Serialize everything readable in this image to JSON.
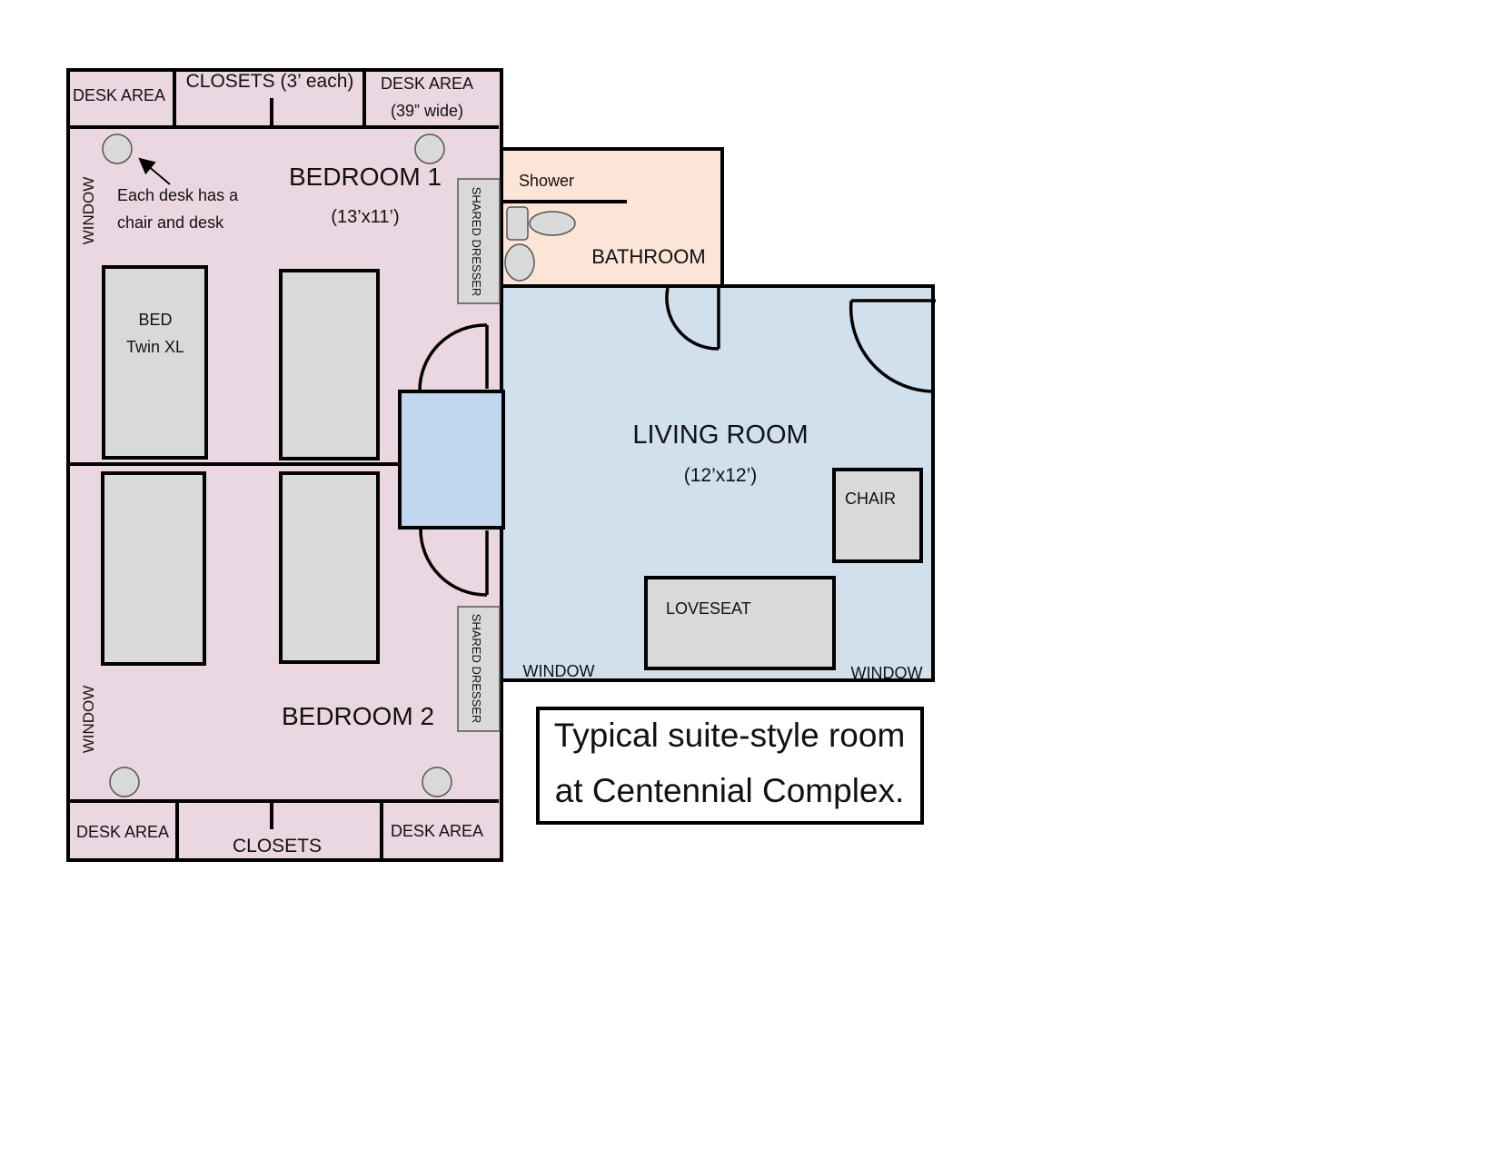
{
  "colors": {
    "bedroom": "#ead7e1",
    "bathroom": "#fce4d6",
    "living": "#d0e0ec",
    "hall": "#c1d7ef",
    "furniture": "#d9d9d9"
  },
  "top_strip": {
    "desk_left": "DESK AREA",
    "closets": "CLOSETS (3’ each)",
    "desk_right_1": "DESK AREA",
    "desk_right_2": "(39” wide)"
  },
  "bottom_strip": {
    "desk_left": "DESK AREA",
    "closets": "CLOSETS",
    "desk_right": "DESK AREA"
  },
  "bedroom1": {
    "title": "BEDROOM 1",
    "size": "(13’x11’)",
    "window": "WINDOW",
    "note_1": "Each desk has a",
    "note_2": "chair and desk",
    "bed_1": "BED",
    "bed_2": "Twin XL",
    "dresser": "SHARED DRESSER"
  },
  "bedroom2": {
    "title": "BEDROOM 2",
    "window": "WINDOW",
    "dresser": "SHARED DRESSER"
  },
  "bathroom": {
    "title": "BATHROOM",
    "shower": "Shower"
  },
  "living_room": {
    "title": "LIVING ROOM",
    "size": "(12’x12’)",
    "chair": "CHAIR",
    "loveseat": "LOVESEAT",
    "window_left": "WINDOW",
    "window_right": "WINDOW"
  },
  "caption": {
    "line_1": "Typical suite-style room",
    "line_2": "at Centennial Complex."
  },
  "icons": {
    "desk_chair": "circle",
    "toilet": "oval-with-tank",
    "sink": "circle",
    "note_arrow": "arrow-up-left"
  }
}
